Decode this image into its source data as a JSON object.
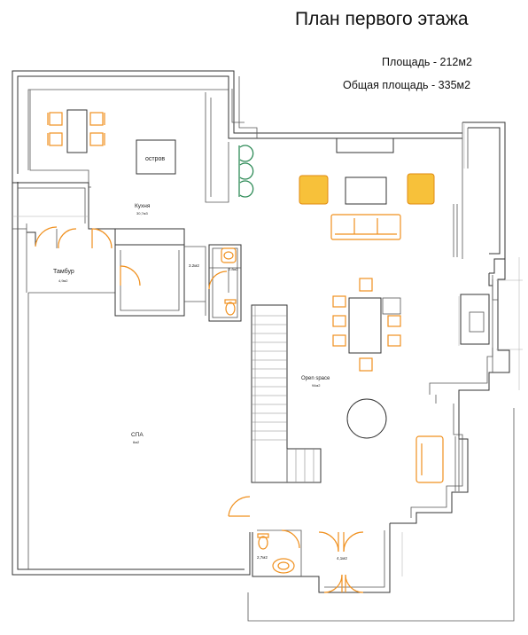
{
  "header": {
    "title": "План первого этажа",
    "area_line1": "Площадь - 212м2",
    "area_line2": "Общая площадь - 335м2"
  },
  "rooms": {
    "island": "остров",
    "kitchen": "Кухня",
    "kitchen_area": "30,7м3",
    "vestibule": "Тамбур",
    "vestibule_area": "4,9м2",
    "storage_area": "3.2м2",
    "wc_area": "2.8м2",
    "spa": "СПА",
    "spa_area": "6м2",
    "open_space": "Open space",
    "open_space_area": "94м2",
    "bath_area": "2,7м2",
    "hall_area": "4,1м2"
  },
  "colors": {
    "accent": "#f0901e",
    "furniture_fill": "#f7c13a",
    "stool": "#2e8b57",
    "wall": "#333333"
  }
}
